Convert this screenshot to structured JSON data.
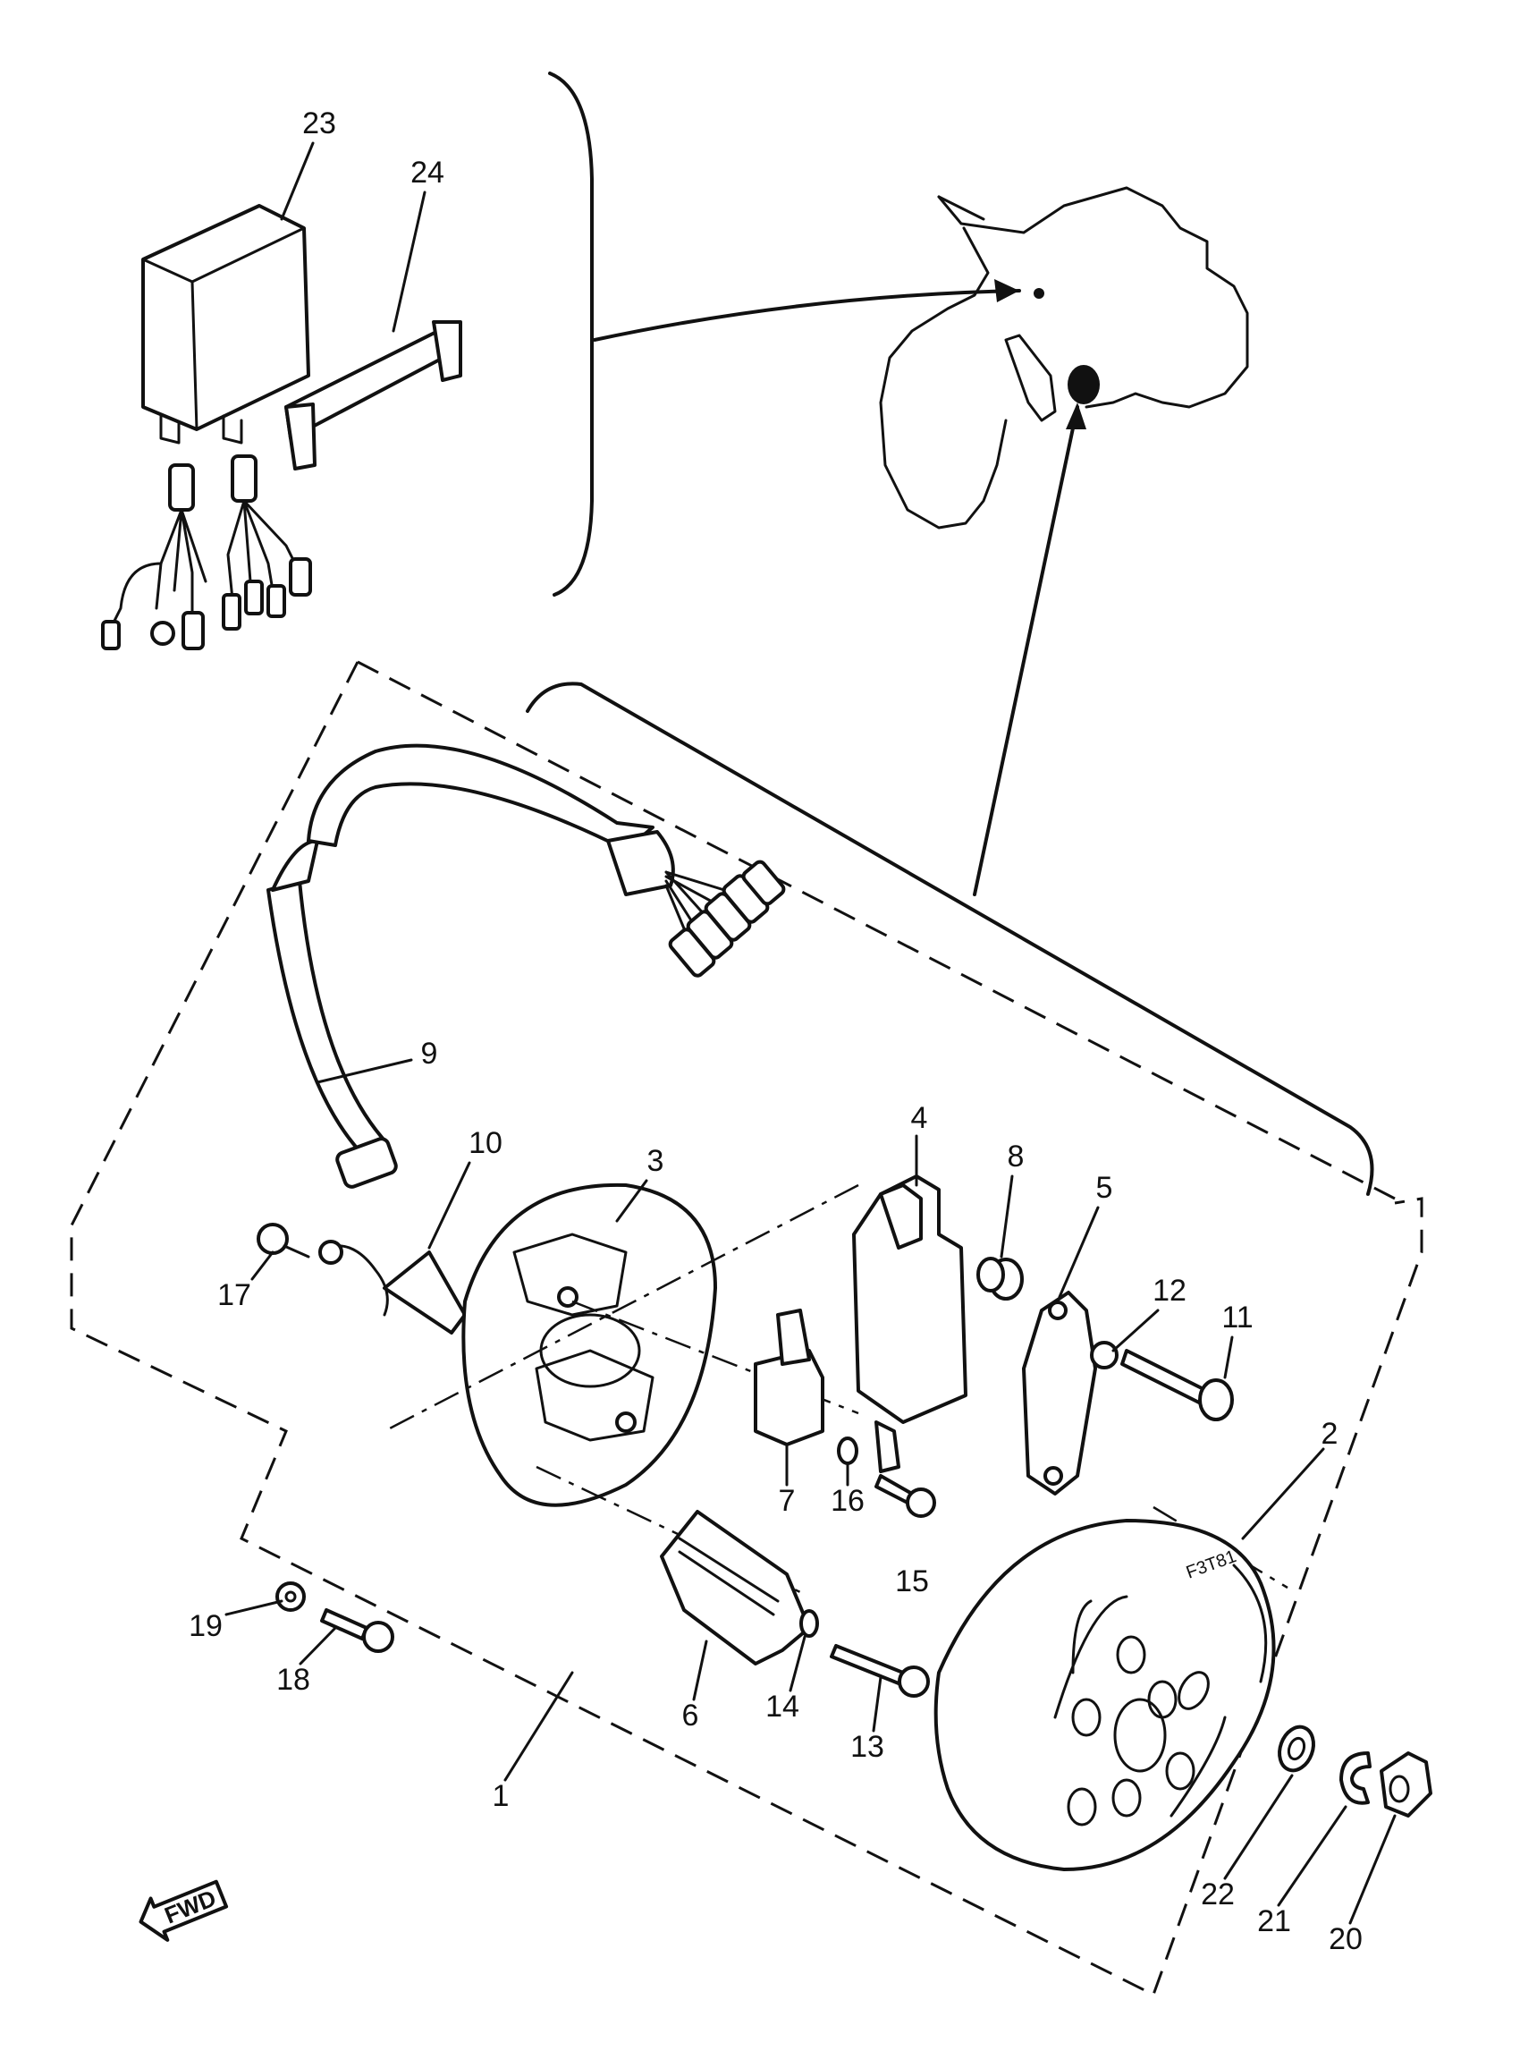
{
  "callouts": [
    "1",
    "2",
    "3",
    "4",
    "5",
    "6",
    "7",
    "8",
    "9",
    "10",
    "11",
    "12",
    "13",
    "14",
    "15",
    "16",
    "17",
    "18",
    "19",
    "20",
    "21",
    "22",
    "23",
    "24"
  ],
  "fwd_label": "FWD",
  "rotor_marking": "F3T81"
}
